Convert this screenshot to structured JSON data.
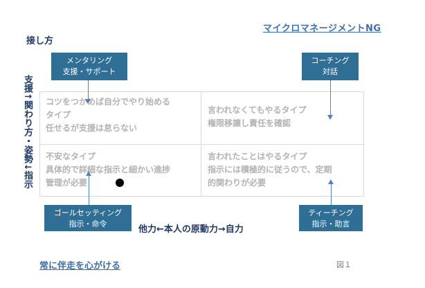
{
  "title_link": "マイクロマネージメントNG",
  "heading": "接し方",
  "vertical_axis": "支援↑関わり方・姿勢↓指示",
  "horizontal_axis": "他力←本人の原動力→自力",
  "footer_link": "常に伴走を心がける",
  "figure_caption": "図１",
  "quadrants": {
    "top_left": [
      "コツをつかめば自分でやり始める",
      "タイプ",
      "任せるが支援は怠らない"
    ],
    "top_right": [
      "言われなくてもやるタイプ",
      "権限移譲し責任を確認"
    ],
    "bottom_left": [
      "不安なタイプ",
      "具体的で詳細な指示と細かい進捗",
      "管理が必要"
    ],
    "bottom_right": [
      "言われたことはやるタイプ",
      "指示には積極的に従うので、定期",
      "的関わりが必要"
    ]
  },
  "boxes": {
    "mentoring": [
      "メンタリング",
      "支援・サポート"
    ],
    "coaching": [
      "コーチング",
      "対話"
    ],
    "goal_setting": [
      "ゴールセッティング",
      "指示・命令"
    ],
    "teaching": [
      "ティーチング",
      "指示・助言"
    ]
  }
}
